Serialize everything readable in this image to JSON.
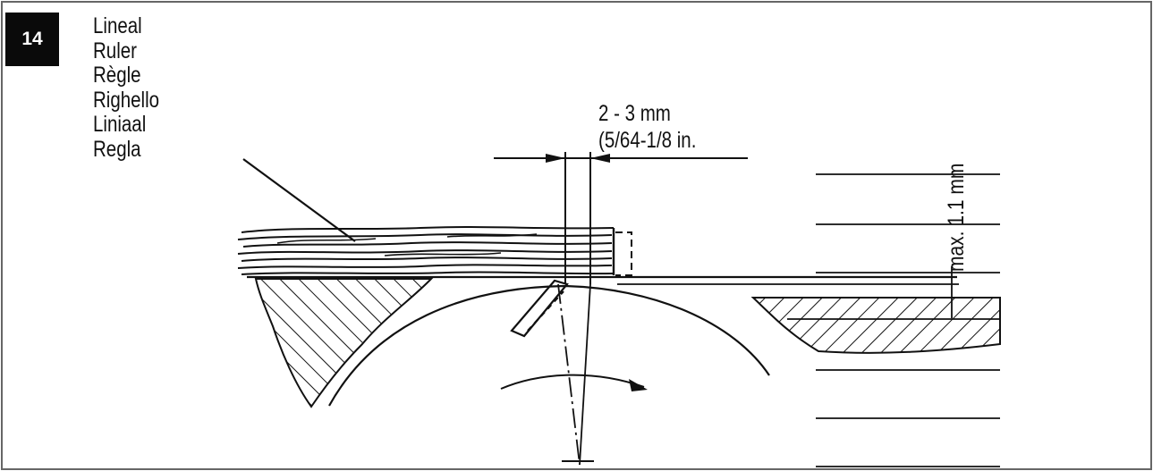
{
  "figure": {
    "number": "14"
  },
  "labels": [
    "Lineal",
    "Ruler",
    "Règle",
    "Righello",
    "Liniaal",
    "Regla"
  ],
  "dimensions": {
    "width_line1": "2 - 3 mm",
    "width_line2": "(5/64-1/8 in.",
    "height": "max. 1.1 mm"
  },
  "colors": {
    "ink": "#111111",
    "badge": "#0a0a0a",
    "background": "#ffffff"
  }
}
